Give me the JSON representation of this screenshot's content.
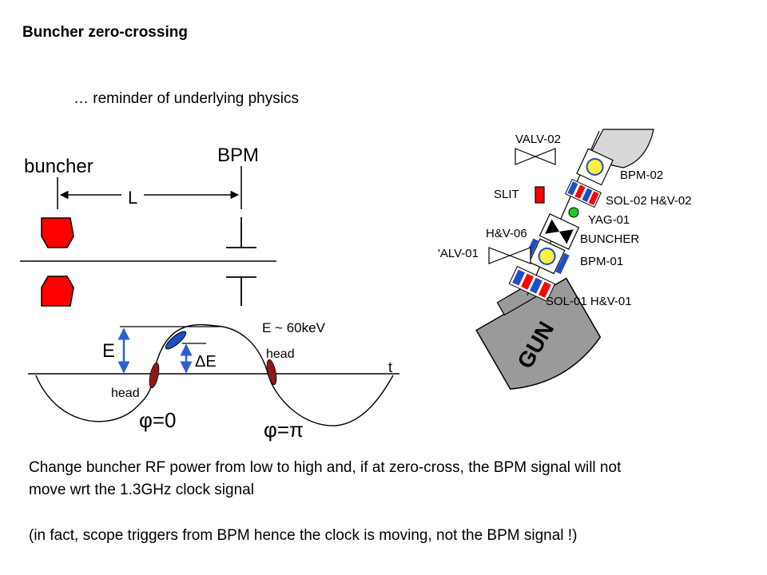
{
  "slide": {
    "title": "Buncher zero-crossing",
    "subtitle": "… reminder of underlying physics",
    "energy_note": "E ~ 60keV",
    "caption_line1": "Change buncher RF power from low to high and, if at zero-cross, the BPM signal will not",
    "caption_line2": "move wrt the 1.3GHz clock signal",
    "caption_line3": "(in fact, scope triggers from BPM hence the clock is moving, not the BPM signal !)"
  },
  "schematic": {
    "buncher_label": "buncher",
    "bpm_label": "BPM",
    "distance_label": "L",
    "energy_label": "E",
    "delta_energy_label": "ΔE",
    "head_label_right": "head",
    "head_label_left": "head",
    "time_label": "t",
    "phase_zero_label": "φ=0",
    "phase_pi_label": "φ=π"
  },
  "beamline": {
    "valve_02": "VALV-02",
    "bpm_02": "BPM-02",
    "slit": "SLIT",
    "sol_02_hv_02": "SOL-02  H&V-02",
    "yag_01": "YAG-01",
    "hv_06": "H&V-06",
    "buncher": "BUNCHER",
    "valve_01": "'ALV-01",
    "bpm_01": "BPM-01",
    "sol_01_hv_01": "SOL-01  H&V-01",
    "gun": "GUN"
  },
  "colors": {
    "cavity_red": "#ff0000",
    "electrode_blue": "#1d4fc4",
    "bunch_maroon": "#8b1a1a",
    "arrow_blue": "#2a5fd6",
    "gun_grey": "#9a9a9a",
    "yag_green": "#22cc22",
    "bpm_yellow": "#ffee44"
  }
}
